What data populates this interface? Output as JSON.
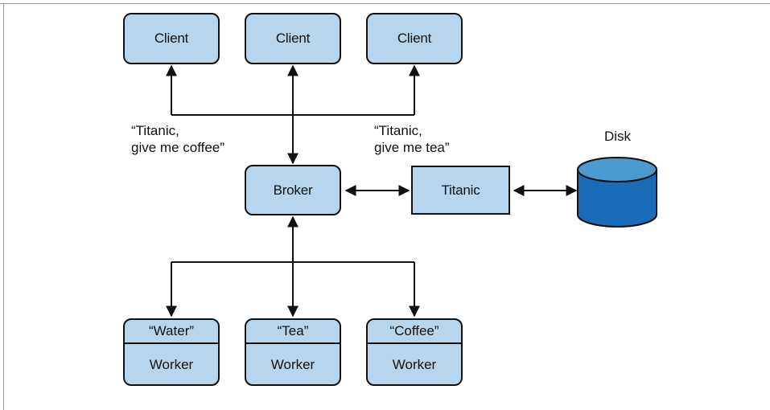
{
  "clients": [
    "Client",
    "Client",
    "Client"
  ],
  "broker": "Broker",
  "titanic": "Titanic",
  "disk": "Disk",
  "requests": {
    "coffee": "“Titanic,\ngive me coffee”",
    "tea": "“Titanic,\ngive me tea”"
  },
  "workers": [
    {
      "service": "“Water”",
      "label": "Worker"
    },
    {
      "service": "“Tea”",
      "label": "Worker"
    },
    {
      "service": "“Coffee”",
      "label": "Worker"
    }
  ],
  "colors": {
    "box_fill": "#b5d6ee",
    "disk_top": "#4a99d1",
    "disk_body": "#1a6bb8",
    "stroke": "#111111"
  }
}
